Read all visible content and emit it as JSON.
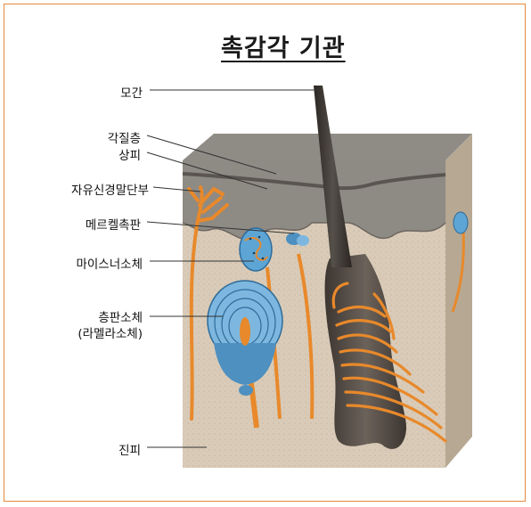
{
  "title": "촉감각 기관",
  "labels": {
    "hair": "모간",
    "stratum_corneum": "각질층",
    "epidermis": "상피",
    "free_nerve_endings": "자유신경말단부",
    "merkel": "메르켈촉판",
    "meissner": "마이스너소체",
    "pacinian_1": "층판소체",
    "pacinian_2": "(라멜라소체)",
    "dermis": "진피"
  }
}
